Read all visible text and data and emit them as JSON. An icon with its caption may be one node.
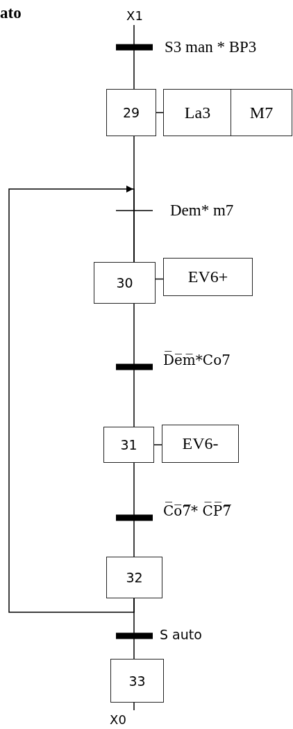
{
  "diagram": {
    "nodes": [
      {
        "text": [
          "X1"
        ]
      },
      {
        "text": [
          "29"
        ]
      },
      {
        "text": [
          "La3"
        ]
      },
      {
        "text": [
          "M7"
        ]
      },
      {
        "text": [
          "30"
        ]
      },
      {
        "text": [
          "EV6+"
        ]
      },
      {
        "text": [
          "31"
        ]
      },
      {
        "text": [
          "EV6-"
        ]
      },
      {
        "text": [
          "32"
        ]
      },
      {
        "text": [
          "33"
        ]
      },
      {
        "text": [
          "X0"
        ]
      }
    ],
    "edges": [
      {
        "from": 0,
        "to": 1,
        "arrow": "none",
        "label": "S3 man * BP3"
      },
      {
        "from": 1,
        "to": 2,
        "arrow": "none"
      },
      {
        "from": 1,
        "to": 4,
        "arrow": "none",
        "label": "Dem* m7"
      },
      {
        "from": 4,
        "to": 5,
        "arrow": "none"
      },
      {
        "from": 4,
        "to": 6,
        "arrow": "none",
        "label": "D̅e̅m̅*Co7"
      },
      {
        "from": 6,
        "to": 7,
        "arrow": "none"
      },
      {
        "from": 6,
        "to": 8,
        "arrow": "none",
        "label": "C̅o̅7̅* C̅P̅7̅"
      },
      {
        "from": 8,
        "to": 4,
        "arrow": "to"
      },
      {
        "from": 8,
        "to": 9,
        "arrow": "none",
        "label": "S auto"
      },
      {
        "from": 9,
        "to": 10,
        "arrow": "none"
      }
    ],
    "labels": [
      "ato"
    ]
  }
}
